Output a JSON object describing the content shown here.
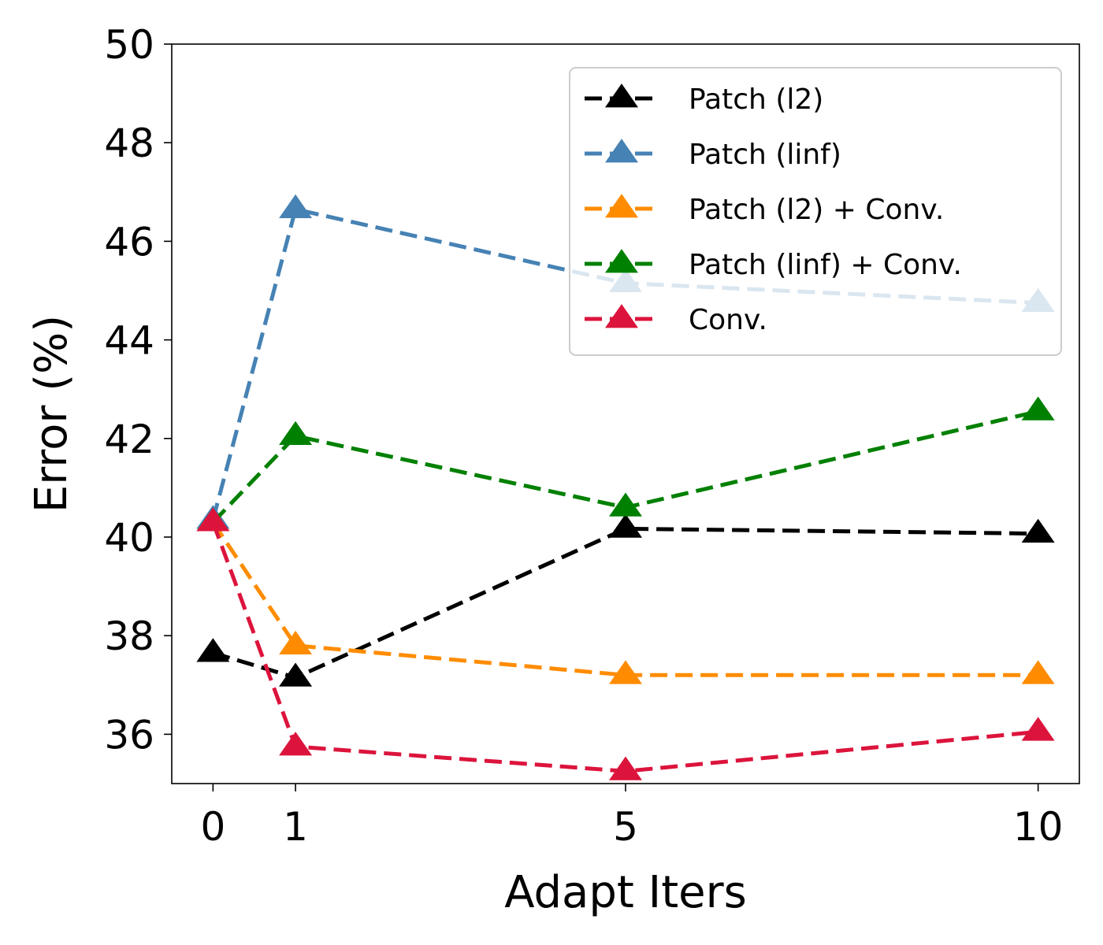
{
  "chart_data": {
    "type": "line",
    "xlabel": "Adapt Iters",
    "ylabel": "Error (%)",
    "x": [
      0,
      1,
      5,
      10
    ],
    "xticks": [
      "0",
      "1",
      "5",
      "10"
    ],
    "xlim": [
      -0.5,
      10.5
    ],
    "ylim": [
      35,
      50
    ],
    "yticks": [
      "36",
      "38",
      "40",
      "42",
      "44",
      "46",
      "48",
      "50"
    ],
    "legend_position": "top-right",
    "grid": false,
    "marker": "triangle-up",
    "linestyle": "dashed",
    "series": [
      {
        "name": "Patch (l2)",
        "color": "#000000",
        "values": [
          37.65,
          37.15,
          40.17,
          40.07
        ]
      },
      {
        "name": "Patch (linf)",
        "color": "#4682B4",
        "values": [
          40.35,
          46.65,
          45.15,
          44.75
        ]
      },
      {
        "name": "Patch (l2) + Conv.",
        "color": "#FF8C00",
        "values": [
          40.3,
          37.8,
          37.2,
          37.2
        ]
      },
      {
        "name": "Patch (linf) + Conv.",
        "color": "#008000",
        "values": [
          40.3,
          42.05,
          40.6,
          42.55
        ]
      },
      {
        "name": "Conv.",
        "color": "#DC143C",
        "values": [
          40.3,
          35.75,
          35.25,
          36.05
        ]
      }
    ]
  }
}
